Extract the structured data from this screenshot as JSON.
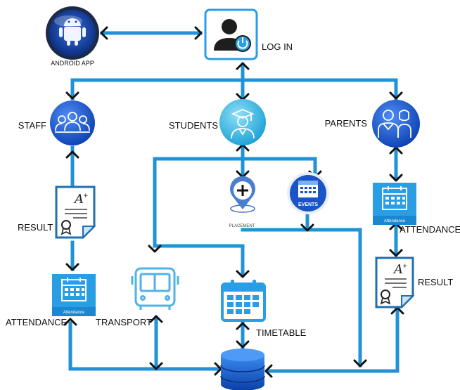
{
  "nodes": {
    "android": {
      "label": "ANDROID APP",
      "icon": "android-icon"
    },
    "login": {
      "label": "LOG IN",
      "icon": "user-power-icon"
    },
    "staff": {
      "label": "STAFF",
      "icon": "group-icon"
    },
    "students": {
      "label": "STUDENTS",
      "icon": "graduate-icon"
    },
    "parents": {
      "label": "PARENTS",
      "icon": "parents-icon"
    },
    "result_left": {
      "label": "RESULT",
      "icon": "result-certificate-icon"
    },
    "attendance_left": {
      "label": "ATTENDANCE",
      "icon": "attendance-calendar-icon",
      "badge": "Attendance"
    },
    "transport": {
      "label": "TRANSPORT",
      "icon": "bus-icon"
    },
    "timetable": {
      "label": "TIMETABLE",
      "icon": "timetable-calendar-icon"
    },
    "placement": {
      "label": "PLACEMENT",
      "icon": "placement-pin-icon"
    },
    "events": {
      "label": "EVENTS",
      "icon": "events-calendar-icon"
    },
    "attendance_right": {
      "label": "ATTENDANCE",
      "icon": "attendance-calendar-icon",
      "badge": "Attendance"
    },
    "result_right": {
      "label": "RESULT",
      "icon": "result-certificate-icon"
    },
    "database": {
      "icon": "database-icon"
    }
  },
  "colors": {
    "connector": "#1f93d6",
    "arrow": "#111111",
    "blue_circle": "#1a5fd0",
    "teal_circle": "#3db8e8",
    "calendar": "#2a9ee4",
    "certificate_border": "#1f6fb3"
  }
}
